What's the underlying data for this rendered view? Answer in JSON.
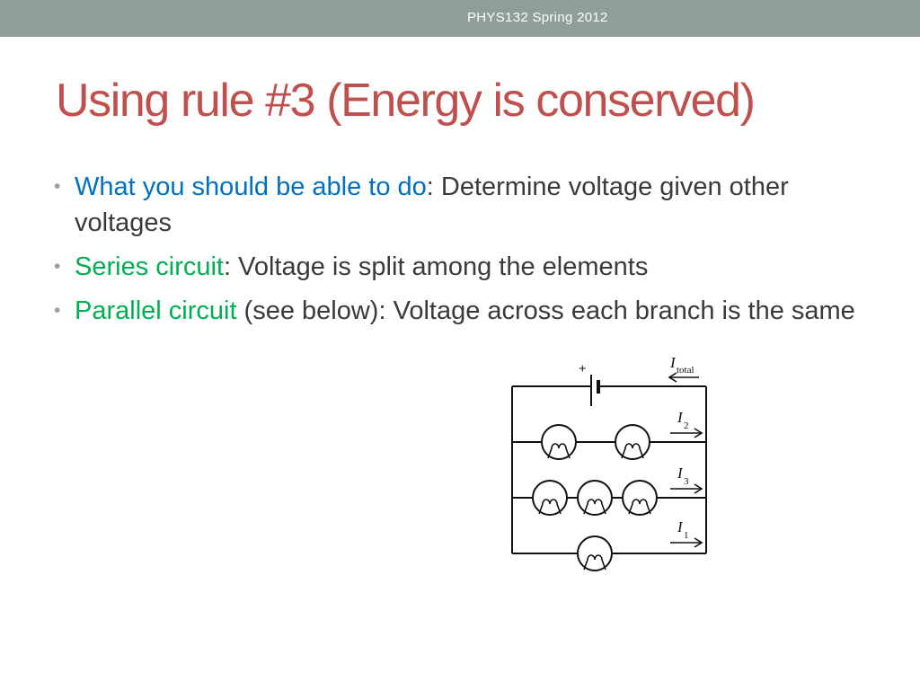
{
  "header": {
    "course": "PHYS132 Spring 2012"
  },
  "title": "Using rule #3 (Energy is conserved)",
  "bullets": [
    {
      "keyword": "What you should be able to do",
      "text": ": Determine voltage given other voltages"
    },
    {
      "keyword": "Series circuit",
      "text": ": Voltage is split among the elements"
    },
    {
      "keyword": "Parallel circuit",
      "text": " (see below): Voltage across each branch is the same"
    }
  ],
  "circuit": {
    "battery_polarity": "+",
    "branches": [
      {
        "current": "I",
        "subscript": "total"
      },
      {
        "current": "I",
        "subscript": "2",
        "bulbs": 2
      },
      {
        "current": "I",
        "subscript": "3",
        "bulbs": 3
      },
      {
        "current": "I",
        "subscript": "1",
        "bulbs": 1
      }
    ]
  },
  "colors": {
    "header": "#8f9e97",
    "title": "#c0504d",
    "keyword_blue": "#0070c0",
    "keyword_green": "#00b050"
  }
}
